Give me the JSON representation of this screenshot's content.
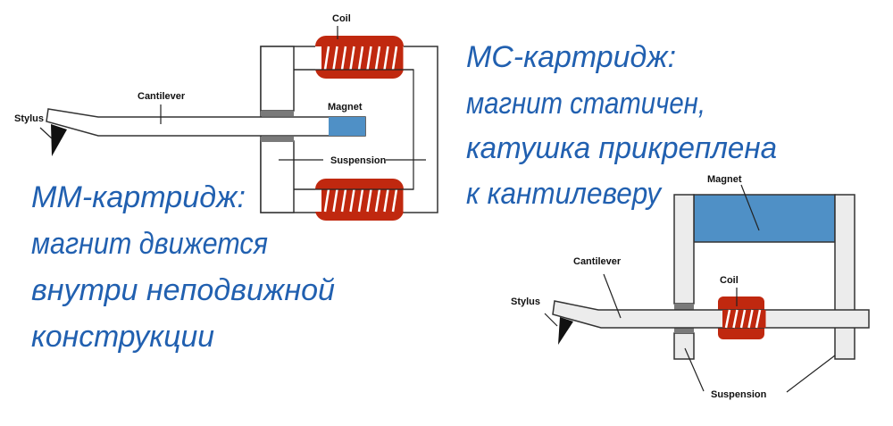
{
  "mm_diagram": {
    "labels": {
      "coil": "Coil",
      "cantilever": "Cantilever",
      "stylus": "Stylus",
      "magnet": "Magnet",
      "suspension": "Suspension"
    },
    "caption": [
      "ММ-картридж:",
      "магнит движется",
      "внутри неподвижной",
      "конструкции"
    ]
  },
  "mc_diagram": {
    "labels": {
      "magnet": "Magnet",
      "cantilever": "Cantilever",
      "coil": "Coil",
      "stylus": "Stylus",
      "suspension": "Suspension"
    },
    "caption": [
      "МС-картридж:",
      "магнит статичен,",
      "катушка прикреплена",
      "к кантилеверу"
    ]
  },
  "colors": {
    "coil": "#c0280f",
    "magnet": "#4f90c6",
    "caption": "#2160b0",
    "suspension": "#7a7a7a"
  }
}
